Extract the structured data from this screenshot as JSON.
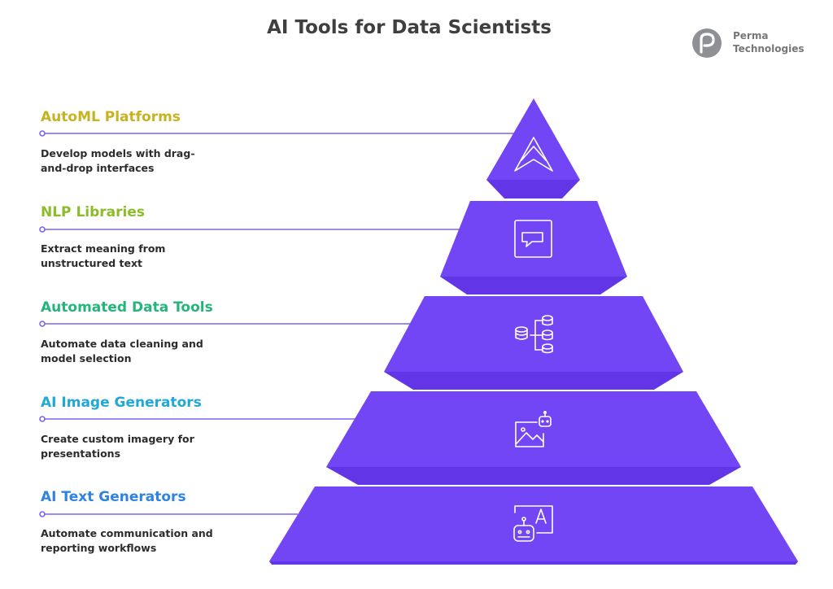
{
  "title": "AI Tools for Data Scientists",
  "brand": {
    "line1": "Perma",
    "line2": "Technologies"
  },
  "colors": {
    "pyramid": "#7346f5",
    "pyramid_dark": "#6236e6",
    "connector": "#7f63ee"
  },
  "levels": [
    {
      "title": "AutoML Platforms",
      "color": "#c9b21f",
      "desc": [
        "Develop models with drag-",
        "and-drop interfaces"
      ],
      "icon": "automl-chevron-icon"
    },
    {
      "title": "NLP Libraries",
      "color": "#8cbc2a",
      "desc": [
        "Extract meaning from",
        "unstructured text"
      ],
      "icon": "chat-bubble-icon"
    },
    {
      "title": "Automated Data Tools",
      "color": "#23b57a",
      "desc": [
        "Automate data cleaning and",
        "model selection"
      ],
      "icon": "database-flow-icon"
    },
    {
      "title": "AI Image Generators",
      "color": "#1fa8d8",
      "desc": [
        "Create custom imagery for",
        "presentations"
      ],
      "icon": "ai-image-icon"
    },
    {
      "title": "AI Text Generators",
      "color": "#2f84e0",
      "desc": [
        "Automate communication and",
        "reporting workflows"
      ],
      "icon": "robot-text-icon"
    }
  ]
}
